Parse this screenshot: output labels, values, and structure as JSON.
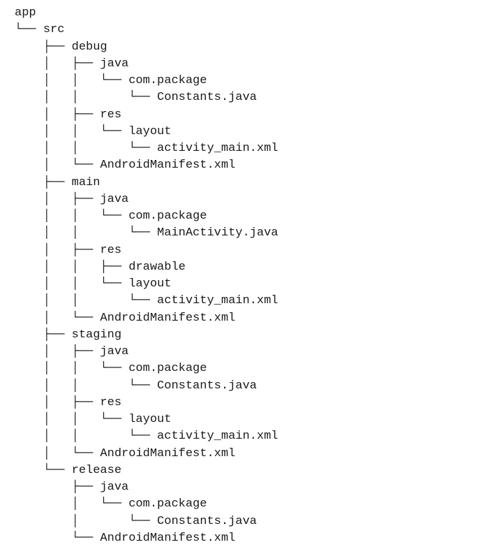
{
  "tree": {
    "lines": [
      {
        "prefix": "",
        "label": "app"
      },
      {
        "prefix": "└── ",
        "label": "src"
      },
      {
        "prefix": "    ├── ",
        "label": "debug"
      },
      {
        "prefix": "    │   ├── ",
        "label": "java"
      },
      {
        "prefix": "    │   │   └── ",
        "label": "com.package"
      },
      {
        "prefix": "    │   │       └── ",
        "label": "Constants.java"
      },
      {
        "prefix": "    │   ├── ",
        "label": "res"
      },
      {
        "prefix": "    │   │   └── ",
        "label": "layout"
      },
      {
        "prefix": "    │   │       └── ",
        "label": "activity_main.xml"
      },
      {
        "prefix": "    │   └── ",
        "label": "AndroidManifest.xml"
      },
      {
        "prefix": "    ├── ",
        "label": "main"
      },
      {
        "prefix": "    │   ├── ",
        "label": "java"
      },
      {
        "prefix": "    │   │   └── ",
        "label": "com.package"
      },
      {
        "prefix": "    │   │       └── ",
        "label": "MainActivity.java"
      },
      {
        "prefix": "    │   ├── ",
        "label": "res"
      },
      {
        "prefix": "    │   │   ├── ",
        "label": "drawable"
      },
      {
        "prefix": "    │   │   └── ",
        "label": "layout"
      },
      {
        "prefix": "    │   │       └── ",
        "label": "activity_main.xml"
      },
      {
        "prefix": "    │   └── ",
        "label": "AndroidManifest.xml"
      },
      {
        "prefix": "    ├── ",
        "label": "staging"
      },
      {
        "prefix": "    │   ├── ",
        "label": "java"
      },
      {
        "prefix": "    │   │   └── ",
        "label": "com.package"
      },
      {
        "prefix": "    │   │       └── ",
        "label": "Constants.java"
      },
      {
        "prefix": "    │   ├── ",
        "label": "res"
      },
      {
        "prefix": "    │   │   └── ",
        "label": "layout"
      },
      {
        "prefix": "    │   │       └── ",
        "label": "activity_main.xml"
      },
      {
        "prefix": "    │   └── ",
        "label": "AndroidManifest.xml"
      },
      {
        "prefix": "    └── ",
        "label": "release"
      },
      {
        "prefix": "        ├── ",
        "label": "java"
      },
      {
        "prefix": "        │   └── ",
        "label": "com.package"
      },
      {
        "prefix": "        │       └── ",
        "label": "Constants.java"
      },
      {
        "prefix": "        └── ",
        "label": "AndroidManifest.xml"
      }
    ]
  }
}
